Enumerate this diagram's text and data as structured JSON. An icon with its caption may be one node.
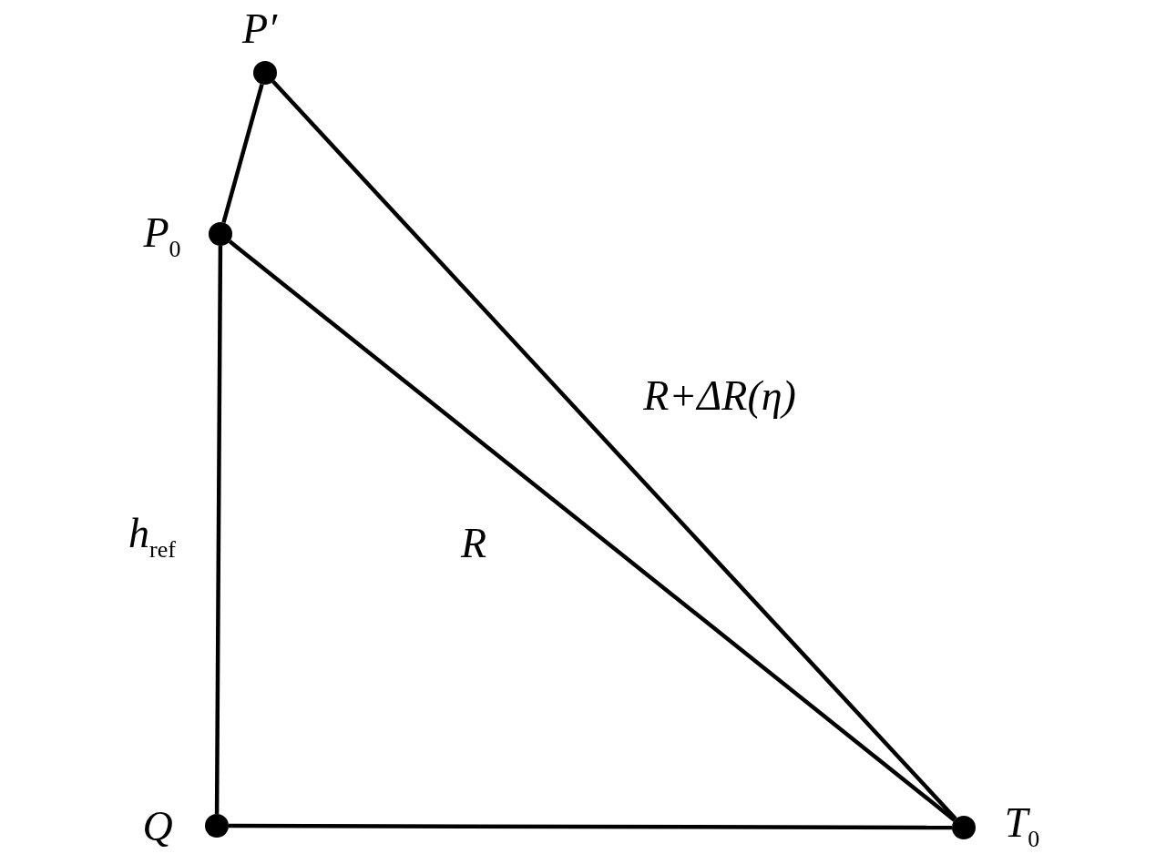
{
  "diagram": {
    "nodes": [
      {
        "text": [],
        "shape": "circle",
        "beside": [
          "P′"
        ]
      },
      {
        "text": [],
        "shape": "circle",
        "beside": [
          "P$_{0}$"
        ]
      },
      {
        "text": [],
        "shape": "circle",
        "beside": [
          "Q"
        ]
      },
      {
        "text": [],
        "shape": "circle",
        "beside": [
          "T$_{0}$"
        ]
      }
    ],
    "edges": [
      {
        "from": 0,
        "to": 1,
        "arrow": "none"
      },
      {
        "from": 0,
        "to": 3,
        "arrow": "none",
        "label": "R+ΔR(η)"
      },
      {
        "from": 1,
        "to": 3,
        "arrow": "none",
        "label": "R"
      },
      {
        "from": 1,
        "to": 2,
        "arrow": "none",
        "label": "h$_{ref}$"
      },
      {
        "from": 2,
        "to": 3,
        "arrow": "none"
      }
    ]
  }
}
